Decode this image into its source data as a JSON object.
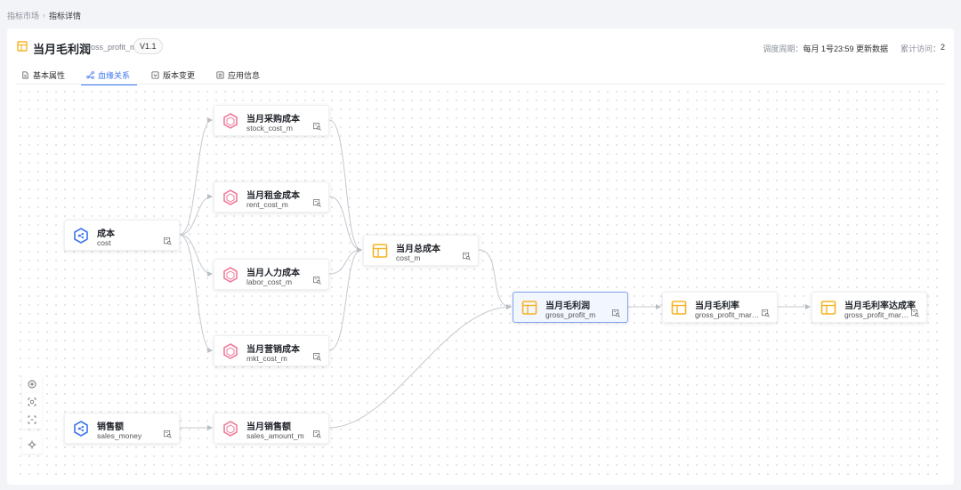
{
  "breadcrumb": {
    "parent": "指标市场",
    "current": "指标详情"
  },
  "header": {
    "title": "当月毛利润",
    "code": "gross_profit_m",
    "version": "V1.1",
    "schedule_label": "调度周期：",
    "schedule_value": "每月 1号23:59 更新数据",
    "visits_label": "累计访问：",
    "visits_value": "2"
  },
  "tabs": [
    {
      "label": "基本属性",
      "icon": "document-icon"
    },
    {
      "label": "血缘关系",
      "icon": "lineage-icon",
      "active": true
    },
    {
      "label": "版本变更",
      "icon": "version-icon"
    },
    {
      "label": "应用信息",
      "icon": "list-icon"
    }
  ],
  "colors": {
    "accent": "#3b74ef",
    "composite_icon": "#f5b324",
    "derived_icon": "#ef7d9b",
    "atomic_icon": "#3b74ef"
  },
  "lineage": {
    "nodes": [
      {
        "id": "cost",
        "name": "成本",
        "code": "cost",
        "kind": "atomic"
      },
      {
        "id": "stock",
        "name": "当月采购成本",
        "code": "stock_cost_m",
        "kind": "derived"
      },
      {
        "id": "rent",
        "name": "当月租金成本",
        "code": "rent_cost_m",
        "kind": "derived"
      },
      {
        "id": "labor",
        "name": "当月人力成本",
        "code": "labor_cost_m",
        "kind": "derived"
      },
      {
        "id": "mkt",
        "name": "当月营销成本",
        "code": "mkt_cost_m",
        "kind": "derived"
      },
      {
        "id": "total",
        "name": "当月总成本",
        "code": "cost_m",
        "kind": "composite"
      },
      {
        "id": "gp",
        "name": "当月毛利润",
        "code": "gross_profit_m",
        "kind": "composite",
        "selected": true
      },
      {
        "id": "gpm",
        "name": "当月毛利率",
        "code": "gross_profit_marg...",
        "kind": "composite"
      },
      {
        "id": "gpmr",
        "name": "当月毛利率达成率",
        "code": "gross_profit_marg...",
        "kind": "composite"
      },
      {
        "id": "sales",
        "name": "销售额",
        "code": "sales_money",
        "kind": "atomic"
      },
      {
        "id": "sales_m",
        "name": "当月销售额",
        "code": "sales_amount_m",
        "kind": "derived"
      }
    ],
    "edges": [
      [
        "cost",
        "stock"
      ],
      [
        "cost",
        "rent"
      ],
      [
        "cost",
        "labor"
      ],
      [
        "cost",
        "mkt"
      ],
      [
        "stock",
        "total"
      ],
      [
        "rent",
        "total"
      ],
      [
        "labor",
        "total"
      ],
      [
        "mkt",
        "total"
      ],
      [
        "total",
        "gp"
      ],
      [
        "sales_m",
        "gp"
      ],
      [
        "gp",
        "gpm"
      ],
      [
        "gpm",
        "gpmr"
      ],
      [
        "sales",
        "sales_m"
      ]
    ]
  },
  "zoom_controls": [
    "zoom-in-icon",
    "zoom-out-icon",
    "fit-view-icon",
    "center-icon"
  ]
}
